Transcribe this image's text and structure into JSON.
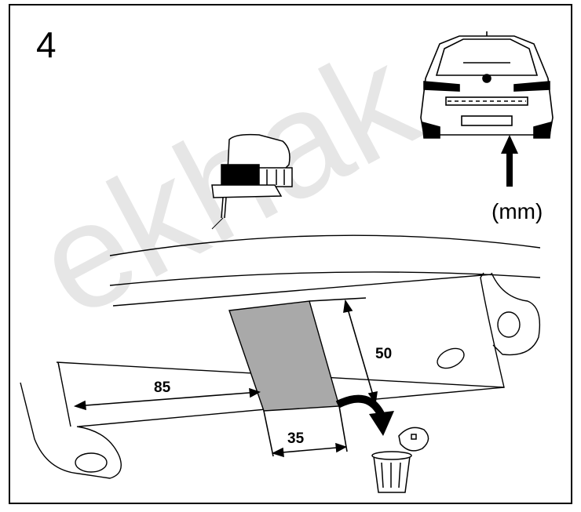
{
  "step": "4",
  "unit": "(mm)",
  "dimensions": {
    "d85": "85",
    "d50": "50",
    "d35": "35"
  },
  "watermark": "ekhak",
  "colors": {
    "cut_area": "#a9a9a9",
    "line": "#000000",
    "watermark": "#e6e6e6"
  },
  "icons": [
    "car-rear-icon",
    "jigsaw-icon",
    "arrow-up-icon",
    "curved-arrow-icon",
    "trash-bin-icon"
  ]
}
